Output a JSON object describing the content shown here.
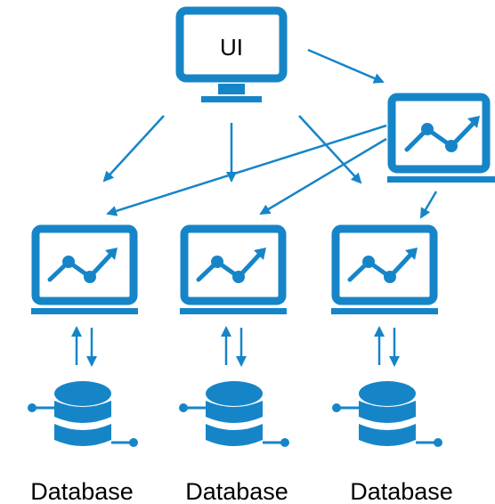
{
  "ui_monitor": {
    "label": "UI",
    "icon": "desktop-monitor-icon"
  },
  "analytics_hub": {
    "icon": "laptop-chart-icon"
  },
  "services": [
    {
      "icon": "laptop-chart-icon"
    },
    {
      "icon": "laptop-chart-icon"
    },
    {
      "icon": "laptop-chart-icon"
    }
  ],
  "databases": [
    {
      "label": "Database",
      "icon": "database-icon"
    },
    {
      "label": "Database",
      "icon": "database-icon"
    },
    {
      "label": "Database",
      "icon": "database-icon"
    }
  ],
  "colors": {
    "accent": "#1685C8",
    "text": "#000000",
    "background": "#FFFFFF"
  }
}
